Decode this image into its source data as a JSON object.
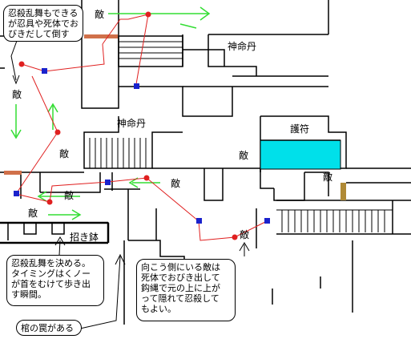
{
  "labels": {
    "enemy": "敵",
    "item_shinmeitan": "神命丹",
    "item_gofu": "護符",
    "item_manekibachi": "招き鉢"
  },
  "notes": {
    "top_left": [
      "忍殺乱舞もできる",
      "が忍具や死体でお",
      "びきだして倒す"
    ],
    "bottom_left": [
      "忍殺乱舞を決める。",
      "タイミングはくノー",
      "が首をむけて歩き出",
      "す瞬間。"
    ],
    "bottom_right": [
      "向こう側にいる敵は",
      "死体でおびき出して",
      "鈎縄で元の上に上が",
      "って隠れて忍殺して",
      "もよい。"
    ],
    "trap": "棺の罠がある"
  },
  "colors": {
    "wall": "#000000",
    "path": "#e02020",
    "enemy_dot": "#e02020",
    "marker": "#1a22cc",
    "arrow": "#33dd33",
    "water": "#00e0ea",
    "ledge": "#d0704a",
    "post": "#b08a36"
  }
}
